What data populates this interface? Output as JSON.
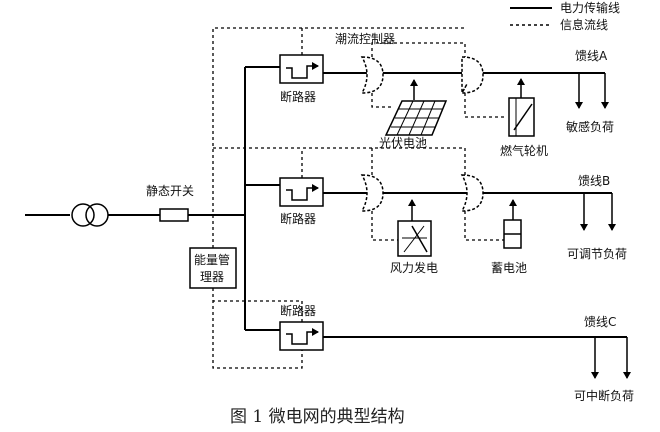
{
  "legend": {
    "power_line": "电力传输线",
    "info_line": "信息流线"
  },
  "labels": {
    "flow_controller": "潮流控制器",
    "static_switch": "静态开关",
    "ems_line1": "能量管",
    "ems_line2": "理器",
    "breaker_1": "断路器",
    "breaker_2": "断路器",
    "breaker_3": "断路器",
    "feeder_a": "馈线A",
    "feeder_b": "馈线B",
    "feeder_c": "馈线C",
    "pv": "光伏电池",
    "gas_turbine": "燃气轮机",
    "wind": "风力发电",
    "battery": "蓄电池",
    "sensitive_load": "敏感负荷",
    "adjustable_load": "可调节负荷",
    "interruptible_load": "可中断负荷"
  },
  "caption": "图 1    微电网的典型结构"
}
